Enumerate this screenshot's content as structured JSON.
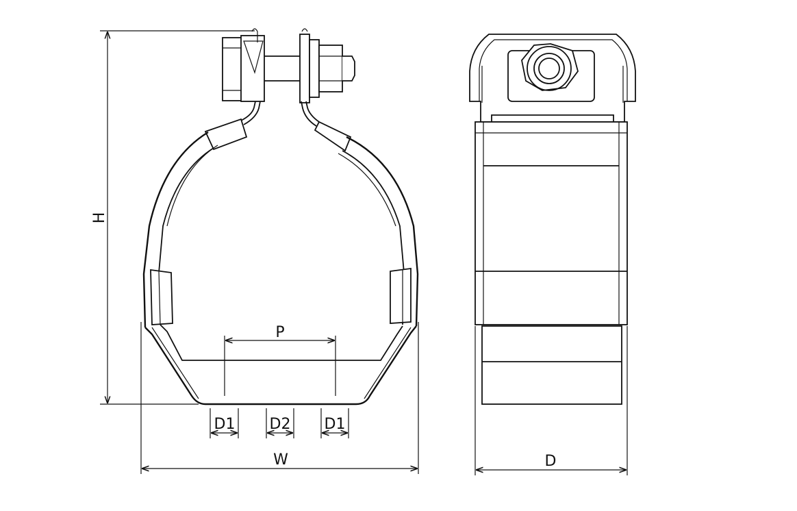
{
  "dimensions": {
    "height_label": "H",
    "width_label": "W",
    "depth_label": "D",
    "pitch_label": "P",
    "d1_left_label": "D1",
    "d2_label": "D2",
    "d1_right_label": "D1"
  }
}
